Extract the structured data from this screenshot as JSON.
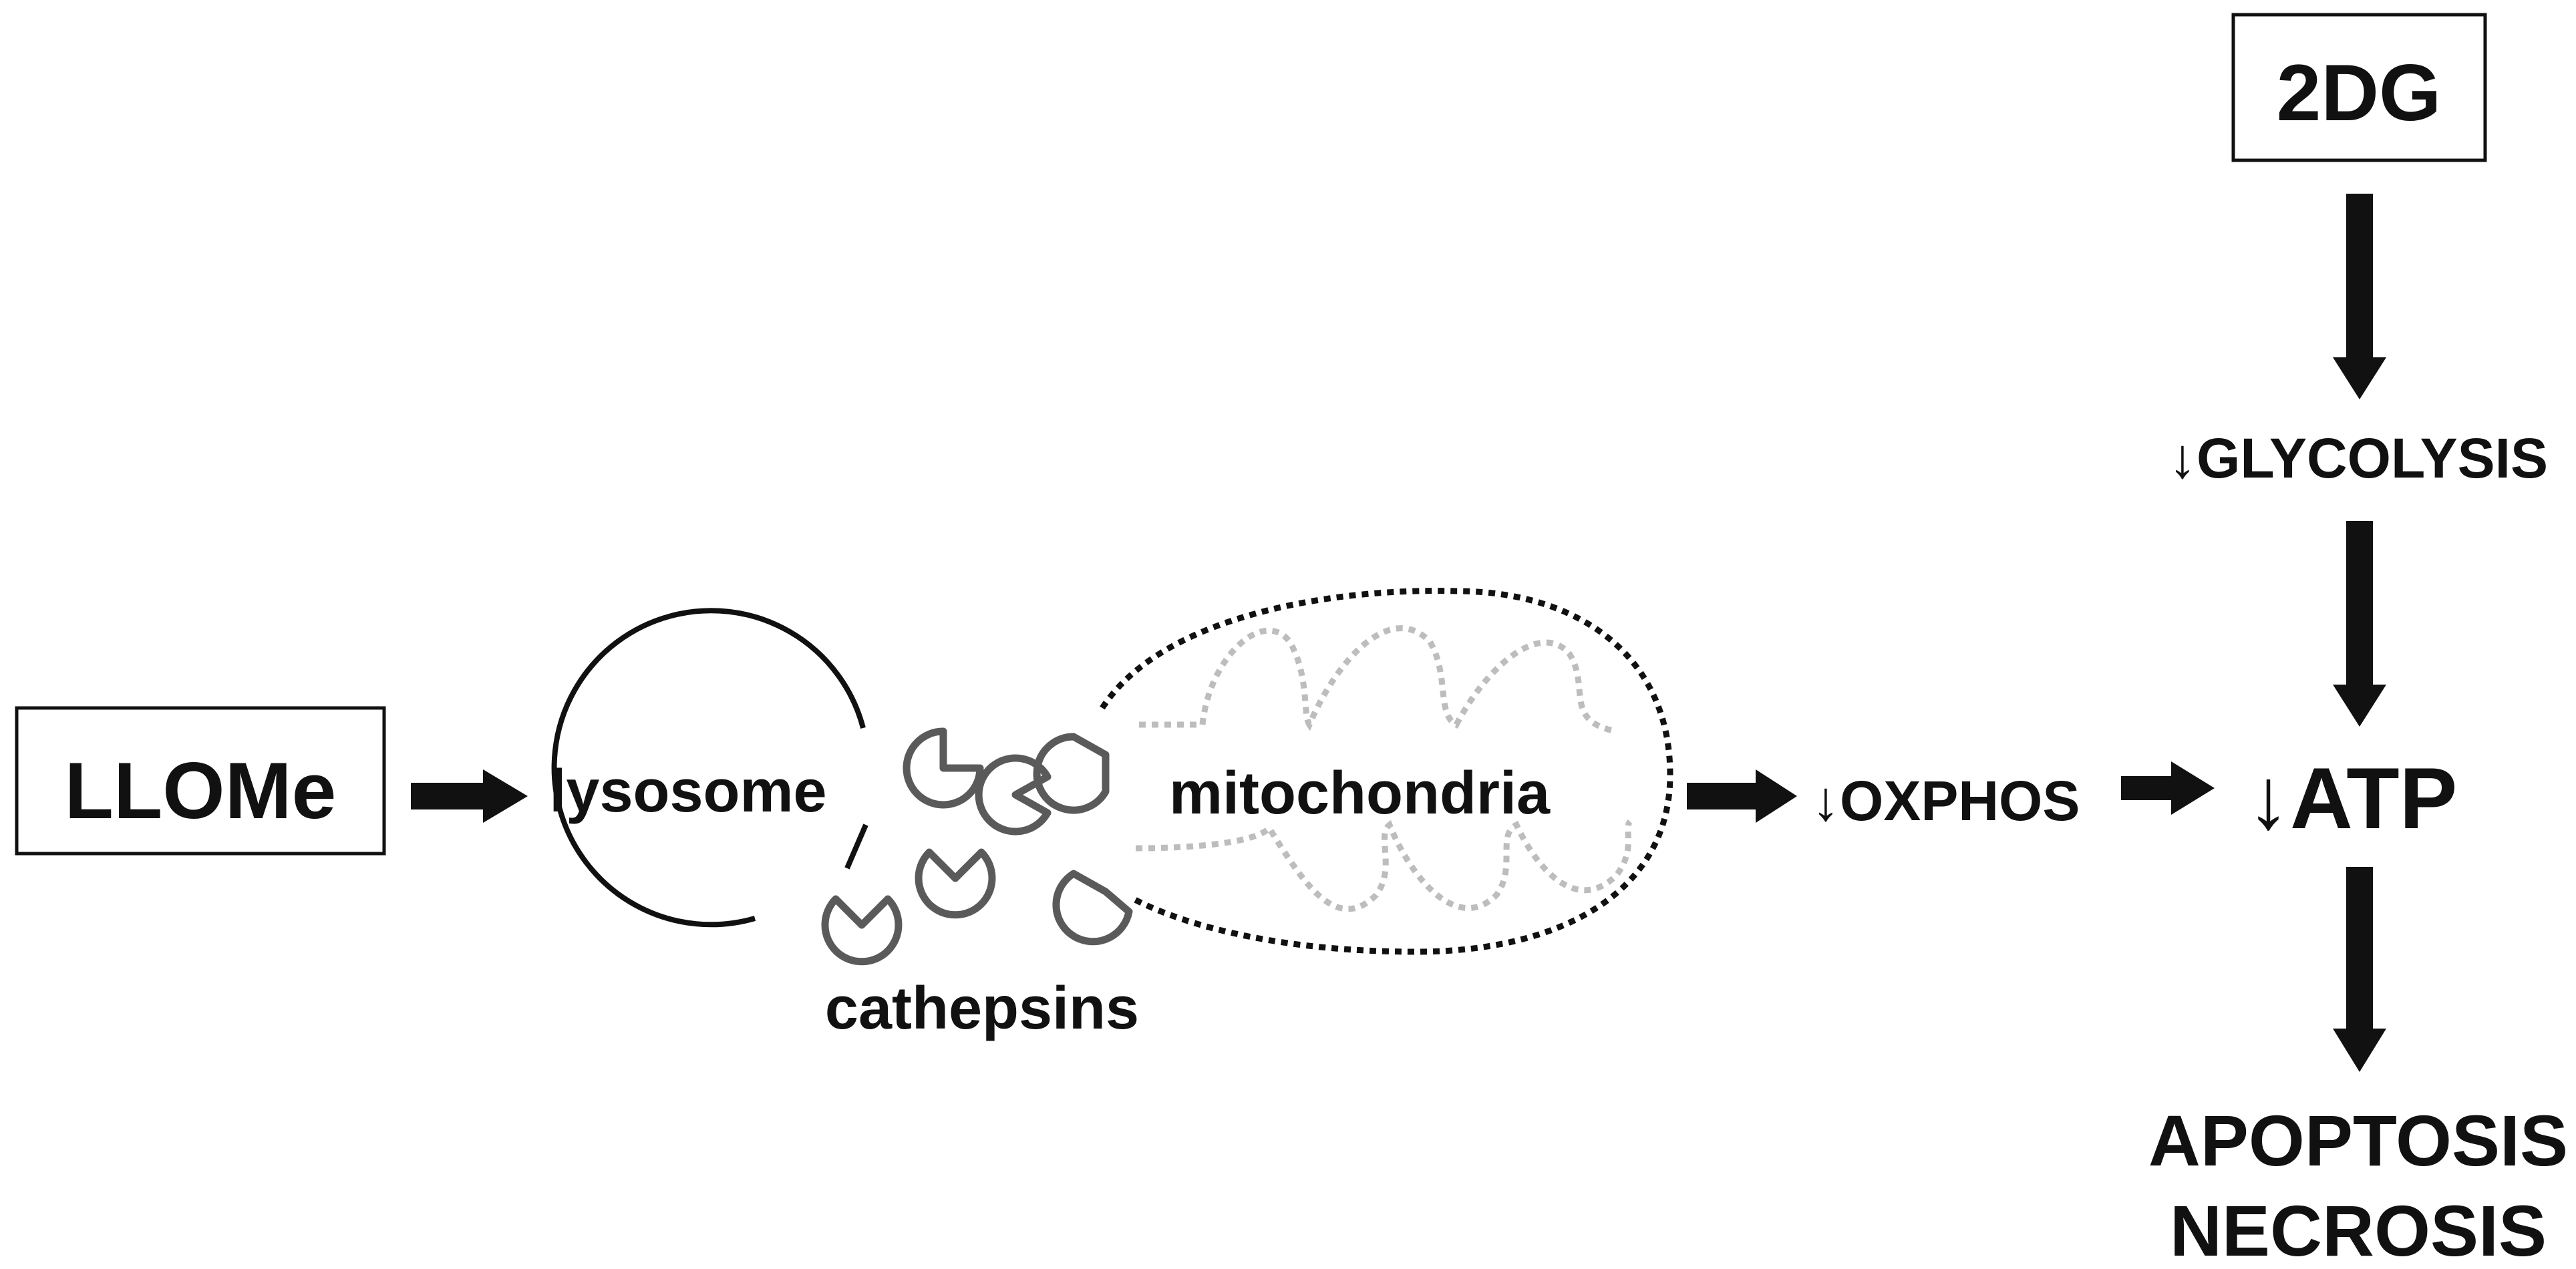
{
  "nodes": {
    "llome": "LLOMe",
    "lysosome": "lysosome",
    "cathepsins": "cathepsins",
    "mitochondria": "mitochondria",
    "oxphos": "↓OXPHOS",
    "atp": "↓ATP",
    "two_dg": "2DG",
    "glycolysis": "↓GLYCOLYSIS",
    "apoptosis": "APOPTOSIS",
    "necrosis": "NECROSIS"
  },
  "colors": {
    "ink": "#111111",
    "cathepsin": "#5a5a5a",
    "cristae": "#bdbdbd",
    "background": "#ffffff"
  }
}
